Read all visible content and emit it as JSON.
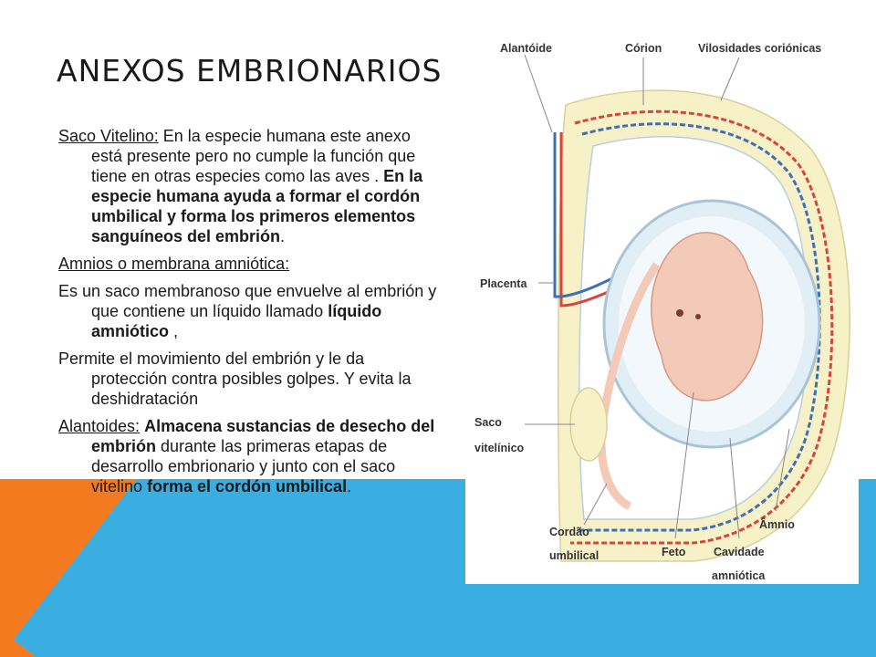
{
  "slide": {
    "title": "ANEXOS EMBRIONARIOS",
    "paragraphs": {
      "saco_vitelino": {
        "heading": "Saco Vitelino:",
        "text1": " En la especie humana este anexo está presente pero no cumple la función que tiene en otras especies como las aves . ",
        "bold": "En la especie humana ayuda a formar el cordón umbilical y forma los primeros elementos sanguíneos del embrión",
        "end": "."
      },
      "amnios_heading": "Amnios  o membrana amniótica:",
      "amnios_desc": {
        "text1": "Es un saco membranoso que envuelve al embrión y que contiene un líquido llamado ",
        "bold": "líquido amniótico",
        "end": " ,"
      },
      "amnios_function": "Permite el movimiento  del embrión y le da protección contra posibles golpes. Y evita la deshidratación",
      "alantoides": {
        "heading": "Alantoides:",
        "space": "  ",
        "bold1": "Almacena sustancias de desecho del embrión",
        "text1": " durante las primeras etapas de desarrollo embrionario y junto con el saco vitelino ",
        "bold2": "forma el cordón umbilical",
        "end": "."
      }
    }
  },
  "figure": {
    "labels": {
      "alantoide": "Alantóide",
      "corion": "Córion",
      "vilosidades": "Vilosidades coriónicas",
      "placenta": "Placenta",
      "saco_line1": "Saco",
      "saco_line2": "vitelínico",
      "cordao_line1": "Cordão",
      "cordao_line2": "umbilical",
      "feto": "Feto",
      "cavidade_line1": "Cavidade",
      "cavidade_line2": "amniótica",
      "amnio": "Âmnio"
    }
  },
  "colors": {
    "orange": "#f47a1f",
    "blue": "#3aaee0",
    "yolk": "#f6f1c7",
    "vessel_red": "#d8443c",
    "vessel_blue": "#3e6fb5"
  }
}
